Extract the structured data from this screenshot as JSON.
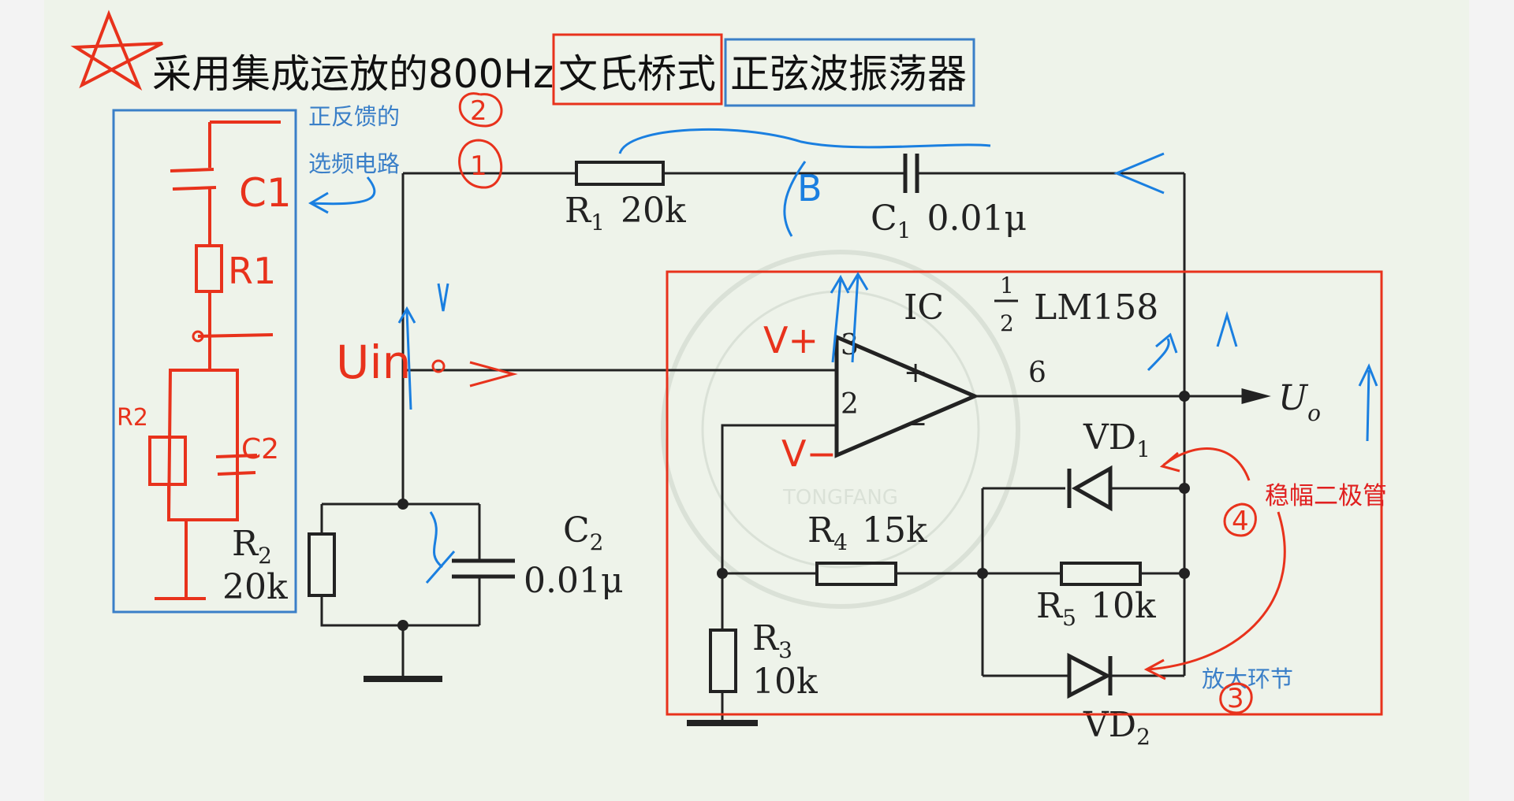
{
  "title": {
    "prefix": "采用集成运放的800Hz",
    "boxed_red": "文氏桥式",
    "boxed_blue": "正弦波振荡器"
  },
  "notes": {
    "feedback_line1": "正反馈的",
    "feedback_line2": "选频电路",
    "zener": "稳幅二极管",
    "amplifier": "放大环节"
  },
  "components": {
    "R1": {
      "name": "R",
      "sub": "1",
      "value": "20k"
    },
    "C1": {
      "name": "C",
      "sub": "1",
      "value": "0.01μ"
    },
    "R2": {
      "name": "R",
      "sub": "2",
      "value": "20k"
    },
    "C2": {
      "name": "C",
      "sub": "2",
      "value": "0.01μ"
    },
    "R3": {
      "name": "R",
      "sub": "3",
      "value": "10k"
    },
    "R4": {
      "name": "R",
      "sub": "4",
      "value": "15k"
    },
    "R5": {
      "name": "R",
      "sub": "5",
      "value": "10k"
    },
    "VD1": {
      "name": "VD",
      "sub": "1"
    },
    "VD2": {
      "name": "VD",
      "sub": "2"
    },
    "IC": {
      "name": "IC",
      "frac_num": "1",
      "frac_den": "2",
      "part": "LM158"
    },
    "output": {
      "name": "U",
      "sub": "o"
    }
  },
  "pins": {
    "noninv": "3",
    "inv": "2",
    "out": "6",
    "plus": "+",
    "minus": "−"
  },
  "handwriting": {
    "c1": "C1",
    "r1": "R1",
    "r2": "R2",
    "c2": "C2",
    "uin": "Uin",
    "vplus": "V+",
    "vminus": "V−",
    "b": "B",
    "circle1": "1",
    "circle2": "2",
    "circle3": "3",
    "circle4": "4"
  },
  "watermark": "TONGFANG",
  "colors": {
    "red": "#e8321c",
    "blue": "#1a7fe0",
    "circuit": "#222222"
  }
}
